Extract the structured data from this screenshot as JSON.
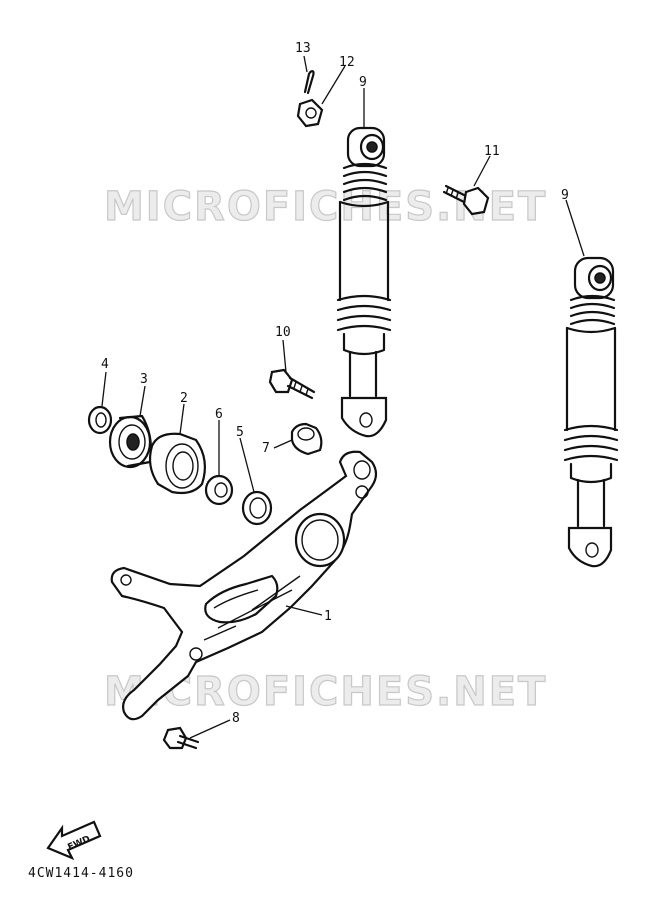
{
  "watermarks": [
    "MICROFICHES.NET",
    "MICROFICHES.NET"
  ],
  "callouts": [
    "1",
    "2",
    "3",
    "4",
    "5",
    "6",
    "7",
    "8",
    "9",
    "9",
    "10",
    "11",
    "12",
    "13"
  ],
  "fwd_label": "FWD",
  "diagram_code": "4CW1414-4160"
}
